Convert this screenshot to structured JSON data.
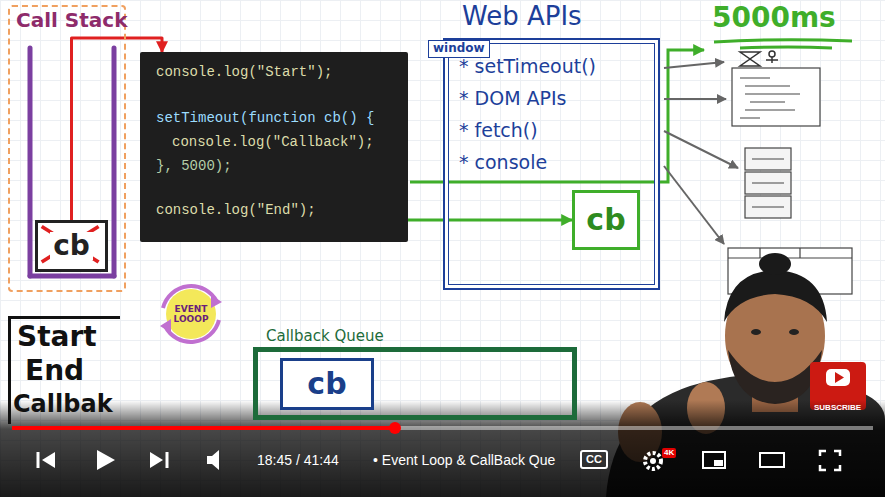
{
  "diagram": {
    "nodes": [
      {
        "text": [
          "Call Stack"
        ]
      },
      {
        "text": [
          "cb"
        ],
        "in": 0
      },
      {
        "text": [
          "console.log(\"Start\");",
          "setTimeout(function cb() {",
          "console.log(\"Callback\");",
          "}, 5000);",
          "console.log(\"End\");"
        ]
      },
      {
        "text": [
          "Web APIs",
          "window",
          "* setTimeout()",
          "* DOM APIs",
          "* fetch()",
          "* console"
        ]
      },
      {
        "text": [
          "cb"
        ],
        "in": 3
      },
      {
        "text": [
          "EVENT LOOOP"
        ]
      },
      {
        "text": [
          "Callback Queue"
        ]
      },
      {
        "text": [
          "cb"
        ],
        "in": 6
      },
      {
        "text": [
          "Start",
          "End",
          "Callbak"
        ]
      }
    ],
    "edges": [
      {
        "from": 1,
        "to": 2,
        "arrow": "to"
      },
      {
        "from": 2,
        "to": 4,
        "arrow": "to"
      }
    ],
    "labels": [
      "5000ms",
      "18:45 / 41:44",
      "• Event Loop & CallBack Que",
      "CC",
      "4K",
      "SUBSCRIBE"
    ]
  }
}
